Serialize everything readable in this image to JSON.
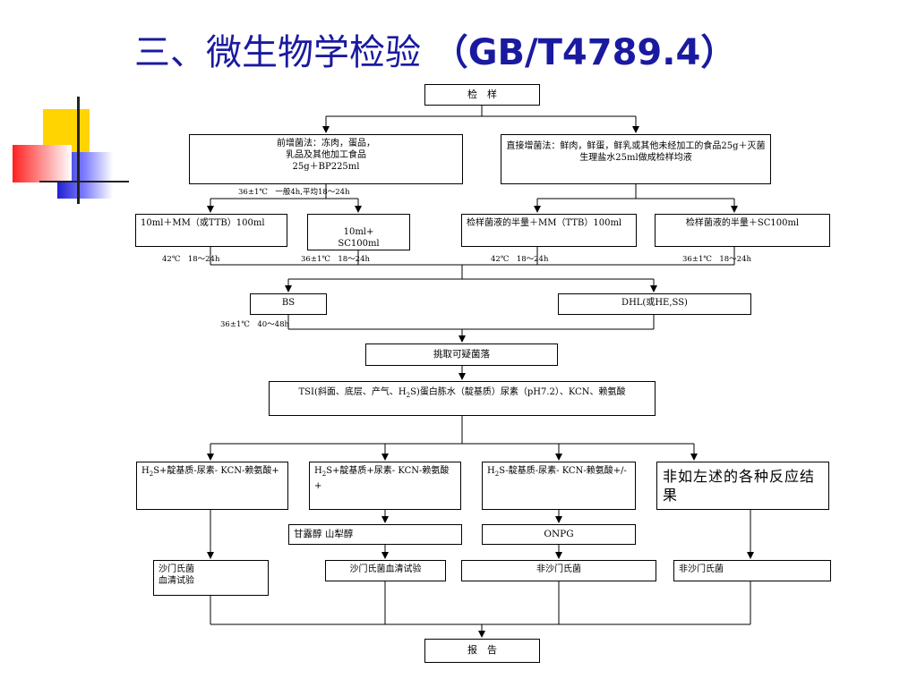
{
  "slide": {
    "title_cn": "三、微生物学检验",
    "title_code": "（GB/T4789.4）",
    "accent_color": "#1a1aa0"
  },
  "flow": {
    "sample": "检　样",
    "pre_enrich": "前增菌法：冻肉，蛋品，\n乳品及其他加工食品\n25g＋BP225ml",
    "direct_enrich": "直接增菌法：鲜肉，鲜蛋，鲜乳或其他未经加工的食品25g＋灭菌生理盐水25ml做成检样均液",
    "note_pre": "36±1℃　一般4h,平均18～24h",
    "enrich_1": "10ml＋MM（或TTB）100ml",
    "enrich_2": "10ml+\nSC100ml",
    "enrich_3": "检样菌液的半量＋MM（TTB）100ml",
    "enrich_4": "检样菌液的半量＋SC100ml",
    "note_e1": "42℃　18～24h",
    "note_e2": "36±1℃　18～24h",
    "note_e3": "42℃　18～24h",
    "note_e4": "36±1℃　18～24h",
    "bs": "BS",
    "dhl": "DHL(或HE,SS)",
    "note_bs": "36±1℃　40～48h",
    "pick": "挑取可疑菌落",
    "tsi_a": "TSI(斜面、底层、产气、H",
    "tsi_sub": "2",
    "tsi_b": "S)蛋白胨水（靛基质）尿素（pH7.2）、KCN、赖氨酸",
    "r1_h": "H",
    "r1_sub": "2",
    "r1_rest": "S+靛基质-尿素- KCN-赖氨酸+",
    "r2_h": "H",
    "r2_sub": "2",
    "r2_rest": "S+靛基质+尿素- KCN-赖氨酸+",
    "r3_h": "H",
    "r3_sub": "2",
    "r3_rest": "S-靛基质-尿素- KCN-赖氨酸+/-",
    "r4": "非如左述的各种反应结果",
    "mannitol": "甘露醇 山犁醇",
    "onpg": "ONPG",
    "out1": "沙门氏菌\n血清试验",
    "out2": "沙门氏菌血清试验",
    "out3": "非沙门氏菌",
    "out4": "非沙门氏菌",
    "report": "报　告"
  }
}
